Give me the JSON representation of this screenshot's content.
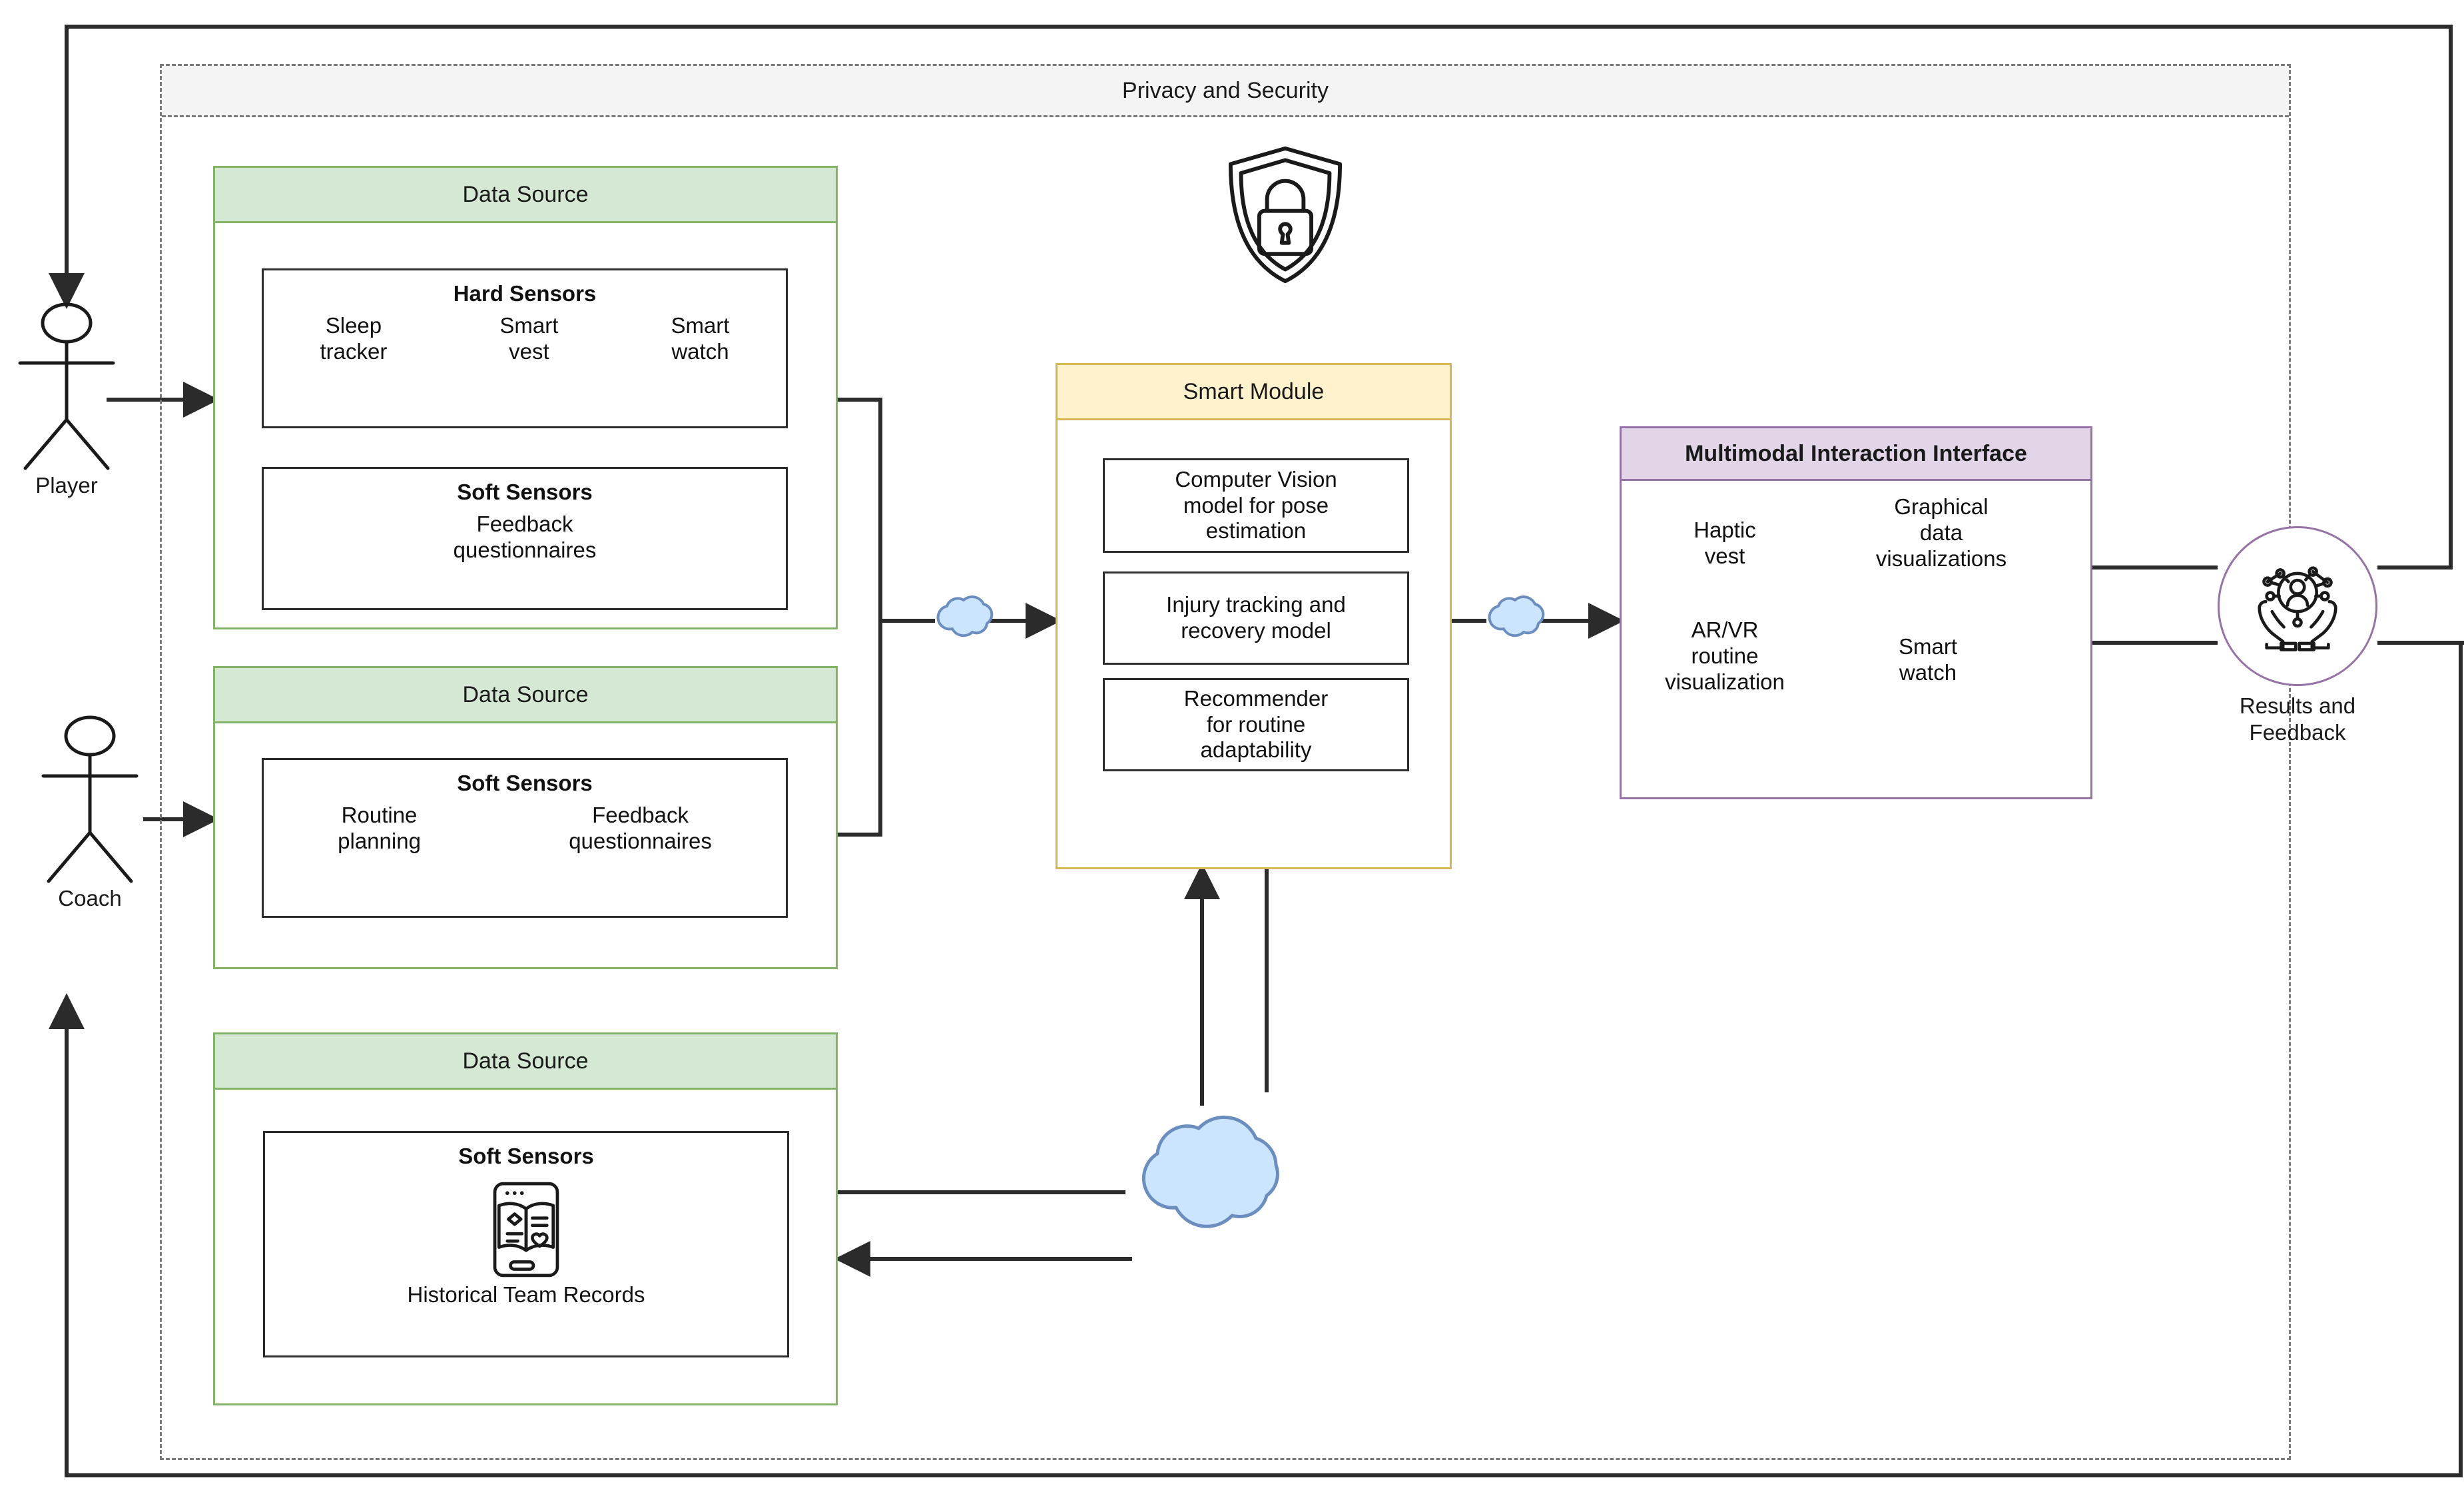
{
  "diagram": {
    "title": "Privacy and Security",
    "privacy_container": {
      "label": "Privacy and Security",
      "shield_icon": "shield-lock-icon"
    },
    "actors": [
      {
        "id": "player",
        "label": "Player",
        "icon": "stick-figure-icon"
      },
      {
        "id": "coach",
        "label": "Coach",
        "icon": "stick-figure-icon"
      }
    ],
    "data_sources": [
      {
        "id": "ds-player",
        "header": "Data Source",
        "groups": [
          {
            "id": "hard-sensors",
            "title": "Hard Sensors",
            "items": [
              "Sleep\ntracker",
              "Smart\nvest",
              "Smart\nwatch"
            ]
          },
          {
            "id": "soft-sensors",
            "title": "Soft Sensors",
            "items": [
              "Feedback\nquestionnaires"
            ]
          }
        ]
      },
      {
        "id": "ds-coach",
        "header": "Data Source",
        "groups": [
          {
            "id": "soft-sensors",
            "title": "Soft Sensors",
            "items": [
              "Routine\nplanning",
              "Feedback\nquestionnaires"
            ]
          }
        ]
      },
      {
        "id": "ds-history",
        "header": "Data Source",
        "groups": [
          {
            "id": "soft-sensors",
            "title": "Soft Sensors",
            "icon": "tablet-book-records-icon",
            "items": [
              "Historical Team Records"
            ]
          }
        ]
      }
    ],
    "smart_module": {
      "header": "Smart Module",
      "items": [
        "Computer Vision\nmodel for pose\nestimation",
        "Injury tracking and\nrecovery model",
        "Recommender\nfor routine\nadaptability"
      ]
    },
    "multimodal": {
      "header": "Multimodal Interaction Interface",
      "items": [
        "Haptic\nvest",
        "Graphical\ndata\nvisualizations",
        "AR/VR\nroutine\nvisualization",
        "Smart\nwatch"
      ]
    },
    "results": {
      "label": "Results and\nFeedback",
      "icon": "ai-in-hands-icon"
    },
    "clouds": [
      {
        "id": "cloud-ingest",
        "icon": "cloud-icon",
        "size": "small"
      },
      {
        "id": "cloud-deliver",
        "icon": "cloud-icon",
        "size": "small"
      },
      {
        "id": "cloud-storage",
        "icon": "cloud-icon",
        "size": "large"
      }
    ],
    "colors": {
      "data_source_fill": "#d5e8d4",
      "data_source_stroke": "#82b366",
      "smart_module_fill": "#fff2cc",
      "smart_module_stroke": "#d6b656",
      "multimodal_fill": "#e1d5e7",
      "multimodal_stroke": "#9673a6",
      "cloud_fill": "#cce5ff",
      "cloud_stroke": "#6c8ebf",
      "privacy_fill": "#f4f4f4",
      "privacy_stroke": "#7a7a7a",
      "line": "#2b2b2b"
    }
  }
}
